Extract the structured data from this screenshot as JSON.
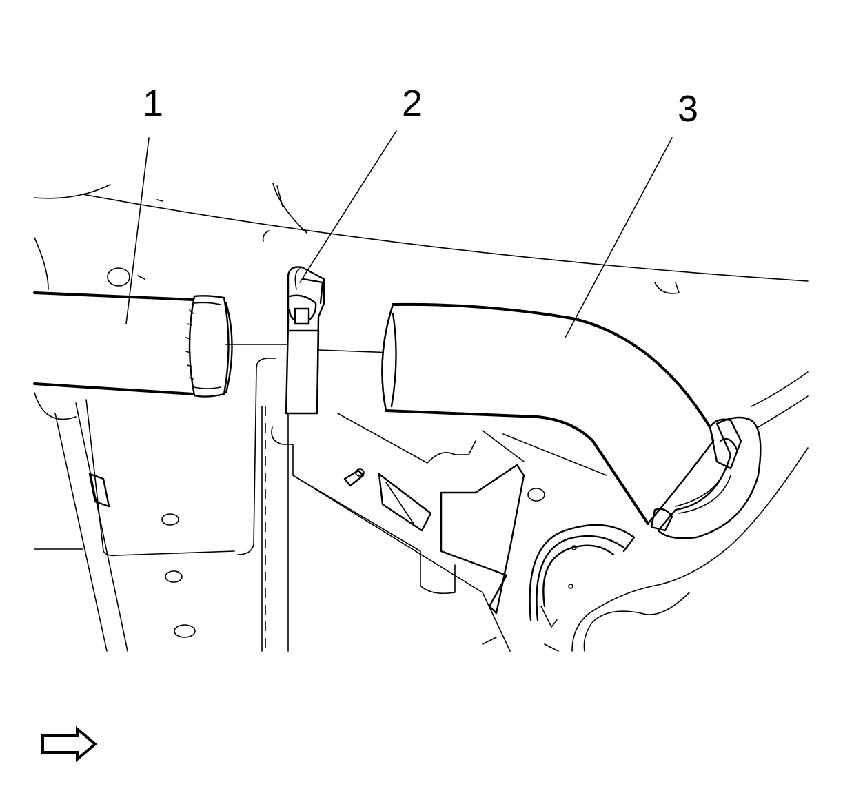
{
  "callouts": [
    {
      "id": "1",
      "label": "1"
    },
    {
      "id": "2",
      "label": "2"
    },
    {
      "id": "3",
      "label": "3"
    }
  ],
  "colors": {
    "line": "#000000",
    "background": "#ffffff"
  },
  "icons": {
    "direction": "forward-arrow-icon"
  }
}
